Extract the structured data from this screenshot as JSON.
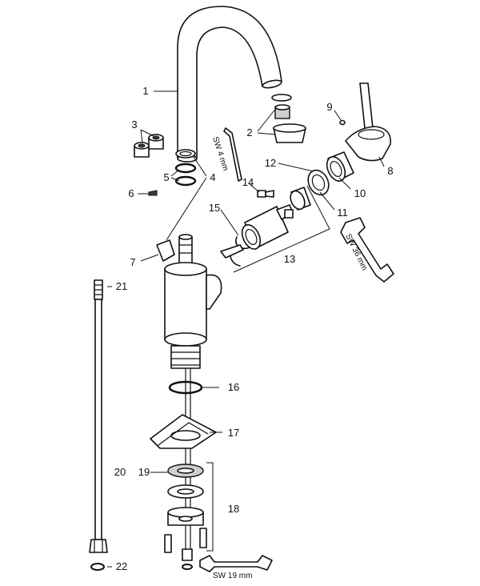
{
  "callouts": {
    "c1": "1",
    "c2": "2",
    "c3": "3",
    "c4": "4",
    "c5": "5",
    "c6": "6",
    "c7": "7",
    "c8": "8",
    "c9": "9",
    "c10": "10",
    "c11": "11",
    "c12": "12",
    "c13": "13",
    "c14": "14",
    "c15": "15",
    "c16": "16",
    "c17": "17",
    "c18": "18",
    "c19": "19",
    "c20": "20",
    "c21": "21",
    "c22": "22"
  },
  "tools": {
    "hex_key": "SW 4 mm",
    "wrench_36": "SW 36 mm",
    "wrench_19": "SW 19 mm"
  }
}
